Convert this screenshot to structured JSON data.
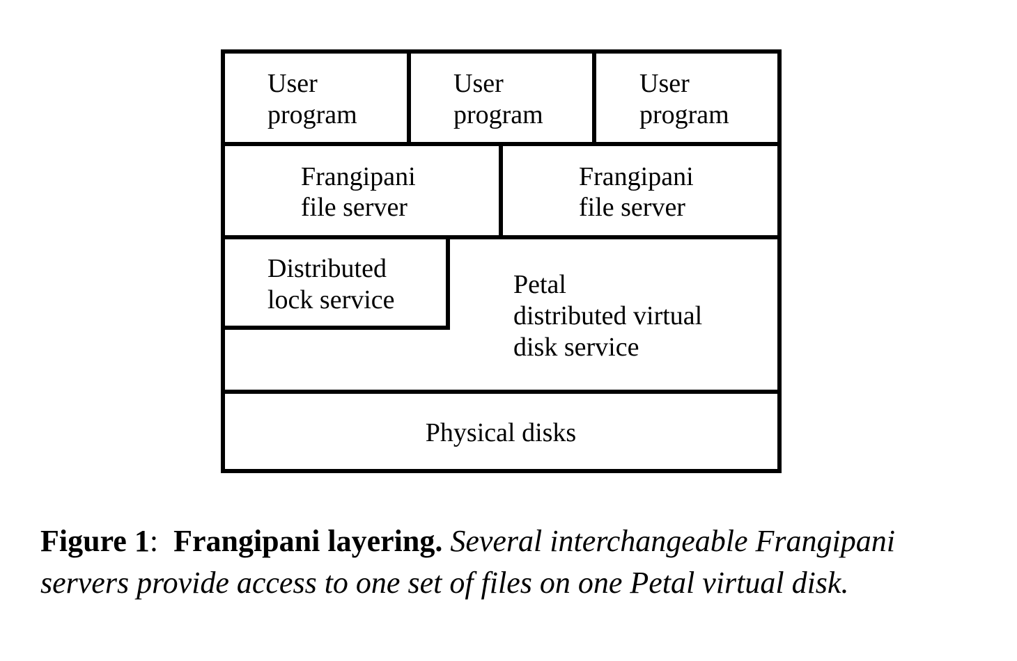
{
  "diagram": {
    "user_programs": [
      {
        "line1": "User",
        "line2": "program"
      },
      {
        "line1": "User",
        "line2": "program"
      },
      {
        "line1": "User",
        "line2": "program"
      }
    ],
    "file_servers": [
      {
        "line1": "Frangipani",
        "line2": "file server"
      },
      {
        "line1": "Frangipani",
        "line2": "file server"
      }
    ],
    "lock_service": {
      "line1": "Distributed",
      "line2": "lock service"
    },
    "petal": {
      "line1": "Petal",
      "line2": "distributed virtual",
      "line3": "disk service"
    },
    "physical_disks": "Physical disks"
  },
  "caption": {
    "label": "Figure 1",
    "separator": ":",
    "title": "Frangipani layering.",
    "body": "Several interchangeable Frangi­pani servers provide access to one set of files on one Petal virtual disk."
  }
}
